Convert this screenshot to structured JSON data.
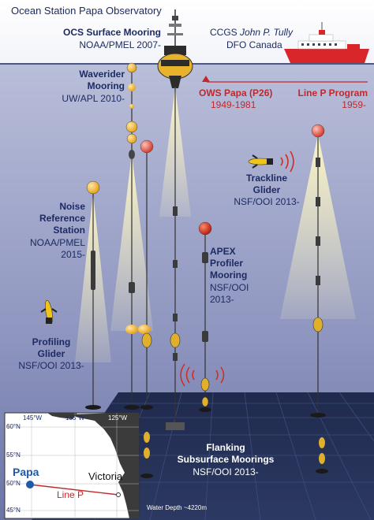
{
  "title": "Ocean Station Papa Observatory",
  "ocs": {
    "name": "OCS Surface Mooring",
    "org": "NOAA/PMEL 2007-"
  },
  "ship": {
    "prefix": "CCGS ",
    "name": "John P. Tully",
    "org": "DFO Canada"
  },
  "waverider": {
    "line1": "Waverider",
    "line2": "Mooring",
    "org": "UW/APL 2010-"
  },
  "ows": {
    "name": "OWS Papa (P26)",
    "years": "1949-1981"
  },
  "linep": {
    "name": "Line P Program",
    "years": "1959-"
  },
  "trackline": {
    "line1": "Trackline",
    "line2": "Glider",
    "org": "NSF/OOI 2013-"
  },
  "noise": {
    "line1": "Noise",
    "line2": "Reference",
    "line3": "Station",
    "org": "NOAA/PMEL",
    "years": "2015-"
  },
  "apex": {
    "line1": "APEX",
    "line2": "Profiler",
    "line3": "Mooring",
    "org": "NSF/OOI",
    "years": "2013-"
  },
  "profiling": {
    "line1": "Profiling",
    "line2": "Glider",
    "org": "NSF/OOI 2013-"
  },
  "flanking": {
    "line1": "Flanking",
    "line2": "Subsurface Moorings",
    "org": "NSF/OOI 2013-"
  },
  "depth": {
    "label": "Water Depth",
    "value": "~4220m"
  },
  "map": {
    "lon_labels": [
      "145°W",
      "135°W",
      "125°W"
    ],
    "lat_labels": [
      "60°N",
      "55°N",
      "50°N",
      "45°N"
    ],
    "station": "Papa",
    "city": "Victoria",
    "line_label": "Line P"
  },
  "colors": {
    "navy": "#1d2b63",
    "red": "#c1272d",
    "ocean_top": "#b8bdd8",
    "ocean_bottom": "#6f78a8",
    "float_yellow": "#f0b521",
    "float_red": "#e8473b",
    "beam": "#fff4b8"
  }
}
